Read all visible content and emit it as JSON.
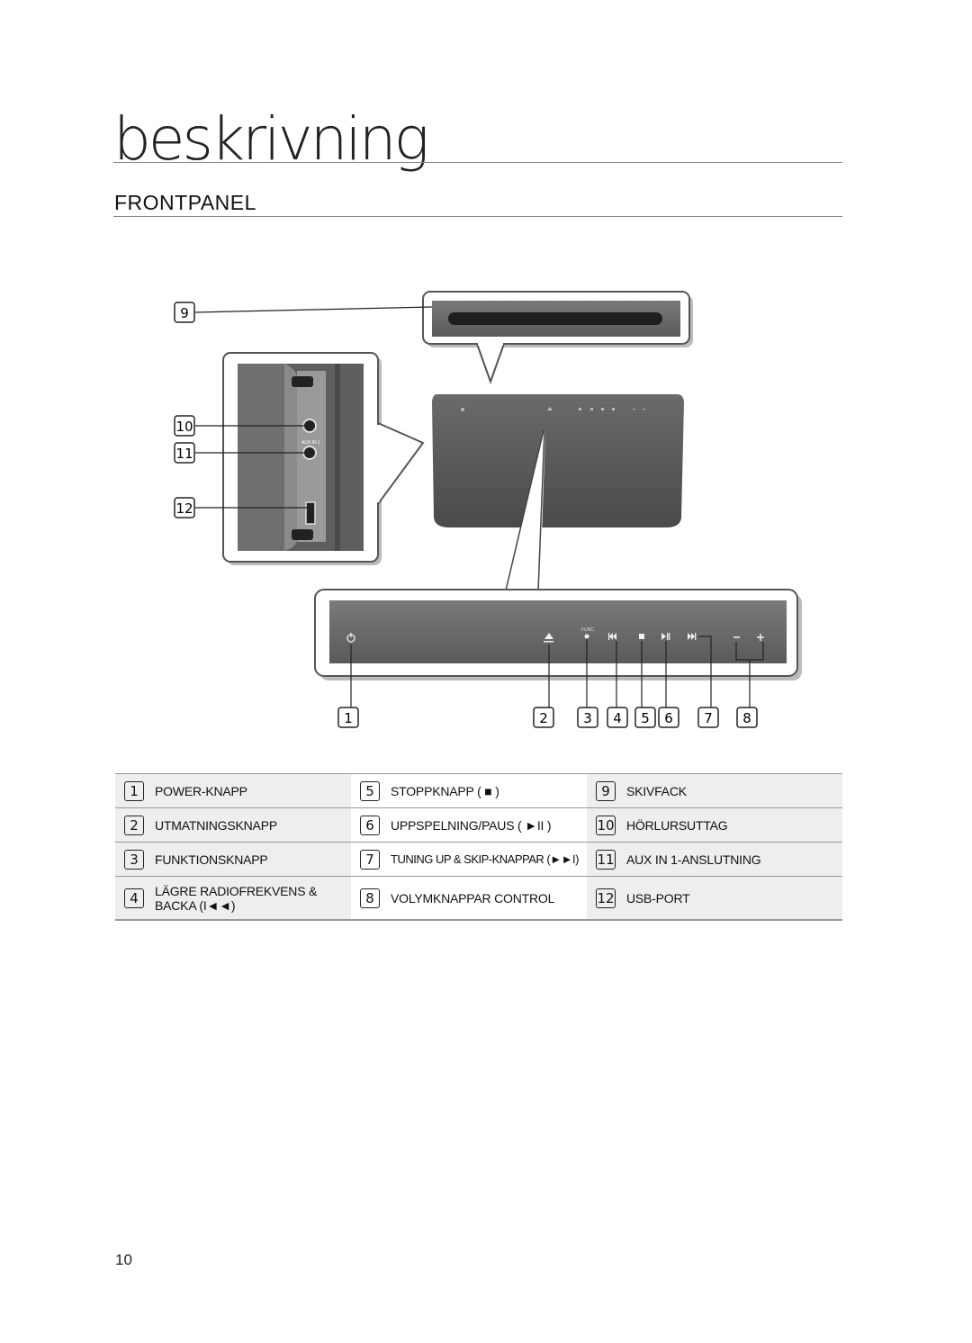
{
  "header": {
    "title": "beskrivning",
    "section": "FRONTPANEL"
  },
  "diagram": {
    "callouts": [
      "1",
      "2",
      "3",
      "4",
      "5",
      "6",
      "7",
      "8",
      "9",
      "10",
      "11",
      "12"
    ],
    "panel_labels": {
      "func": "FUNC.",
      "aux": "AUX IN 1"
    }
  },
  "legend": {
    "rows": [
      [
        {
          "num": "1",
          "label": "POWER-KNAPP"
        },
        {
          "num": "5",
          "label": "STOPPKNAPP ( ■ )"
        },
        {
          "num": "9",
          "label": "SKIVFACK"
        }
      ],
      [
        {
          "num": "2",
          "label": "UTMATNINGSKNAPP"
        },
        {
          "num": "6",
          "label": "UPPSPELNING/PAUS ( ►II )"
        },
        {
          "num": "10",
          "label": "HÖRLURSUTTAG"
        }
      ],
      [
        {
          "num": "3",
          "label": "FUNKTIONSKNAPP"
        },
        {
          "num": "7",
          "label": "TUNING UP & SKIP-KNAPPAR (►►I)"
        },
        {
          "num": "11",
          "label": "AUX IN 1-ANSLUTNING"
        }
      ],
      [
        {
          "num": "4",
          "label": "LÄGRE RADIOFREKVENS &",
          "label2": "BACKA (I◄◄)"
        },
        {
          "num": "8",
          "label": "VOLYMKNAPPAR CONTROL"
        },
        {
          "num": "12",
          "label": "USB-PORT"
        }
      ]
    ]
  },
  "footer": {
    "page_number": "10"
  }
}
